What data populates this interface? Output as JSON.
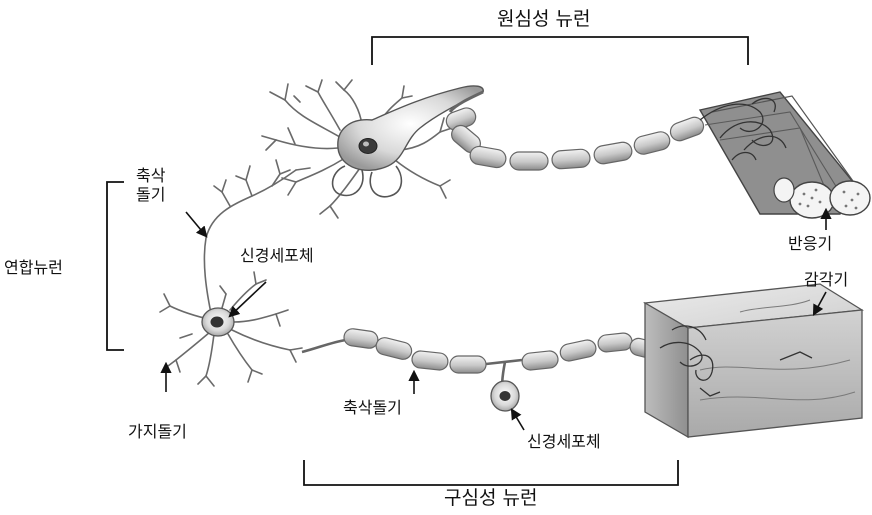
{
  "labels": {
    "efferent_neuron": "원심성 뉴런",
    "interneuron": "연합뉴런",
    "axon_upper": "축삭돌기",
    "cell_body_upper": "신경세포체",
    "effector": "반응기",
    "sensory_receptor": "감각기",
    "dendrite": "가지돌기",
    "axon_lower": "축삭돌기",
    "cell_body_lower": "신경세포체",
    "afferent_neuron": "구심성 뉴런"
  }
}
